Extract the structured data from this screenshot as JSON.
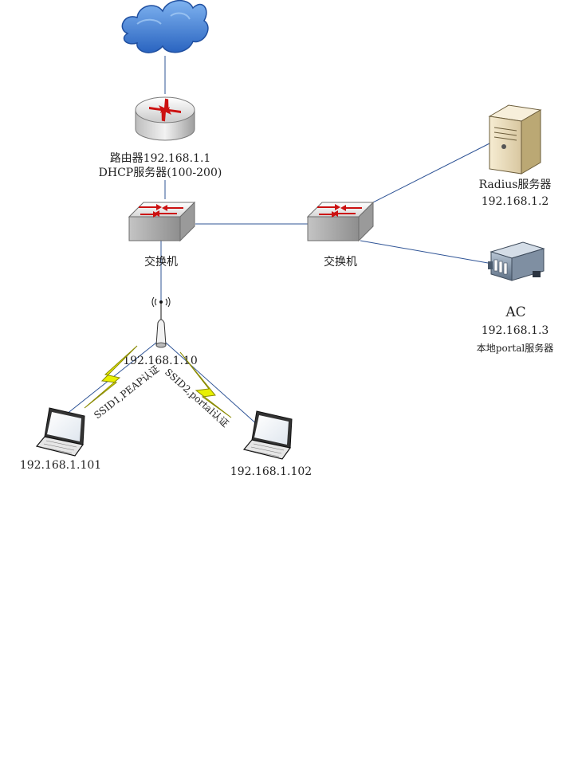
{
  "diagram": {
    "colors": {
      "link": "#2f5496",
      "cloud": "#3a78d0",
      "bolt": "#e8f000",
      "switch_arrow": "#cc1111"
    },
    "nodes": {
      "internet": {
        "icon": "cloud-icon"
      },
      "router": {
        "icon": "router-icon",
        "line1": "路由器192.168.1.1",
        "line2": "DHCP服务器(100-200)"
      },
      "switch_left": {
        "icon": "switch-icon",
        "label": "交换机"
      },
      "switch_right": {
        "icon": "switch-icon",
        "label": "交换机"
      },
      "radius": {
        "icon": "server-icon",
        "line1": "Radius服务器",
        "line2": "192.168.1.2"
      },
      "ac": {
        "icon": "ac-controller-icon",
        "line1": "AC",
        "line2": "192.168.1.3",
        "line3": "本地portal服务器"
      },
      "ap": {
        "icon": "access-point-icon",
        "label": "192.168.1.10"
      },
      "laptop1": {
        "icon": "laptop-icon",
        "label": "192.168.1.101"
      },
      "laptop2": {
        "icon": "laptop-icon",
        "label": "192.168.1.102"
      }
    },
    "wireless": {
      "ssid1": "SSID1,PEAP认证",
      "ssid2": "SSID2,portal认证"
    }
  }
}
